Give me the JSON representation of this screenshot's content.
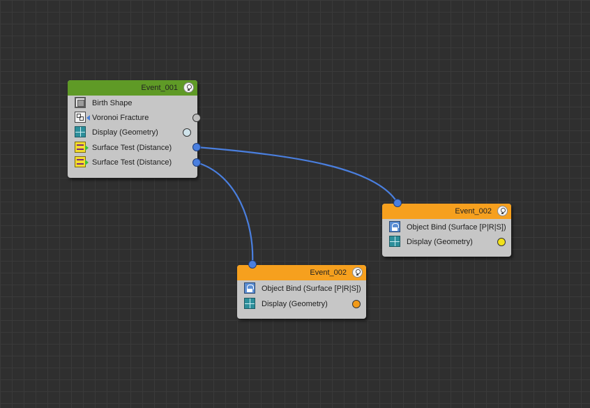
{
  "colors": {
    "canvas_bg": "#2f2f2f",
    "node_body": "#c6c6c6",
    "event001_header": "#5f9a26",
    "event002_header": "#f6a01e",
    "wire": "#4a7fdf"
  },
  "nodes": {
    "event_001": {
      "title": "Event_001",
      "rows": [
        {
          "label": "Birth Shape",
          "icon": "birth-shape-icon"
        },
        {
          "label": "Voronoi Fracture",
          "icon": "voronoi-fracture-icon"
        },
        {
          "label": "Display (Geometry)",
          "icon": "display-geometry-icon",
          "indicator_color": "#cfe3ea"
        },
        {
          "label": "Surface Test (Distance)",
          "icon": "surface-test-icon"
        },
        {
          "label": "Surface Test (Distance)",
          "icon": "surface-test-icon"
        }
      ]
    },
    "event_002_right": {
      "title": "Event_002",
      "rows": [
        {
          "label": "Object Bind (Surface [P|R|S])",
          "icon": "object-bind-icon"
        },
        {
          "label": "Display (Geometry)",
          "icon": "display-geometry-icon",
          "indicator_color": "#f1e11a"
        }
      ]
    },
    "event_002_bottom": {
      "title": "Event_002",
      "rows": [
        {
          "label": "Object Bind (Surface [P|R|S])",
          "icon": "object-bind-icon"
        },
        {
          "label": "Display (Geometry)",
          "icon": "display-geometry-icon",
          "indicator_color": "#f29a18"
        }
      ]
    }
  }
}
